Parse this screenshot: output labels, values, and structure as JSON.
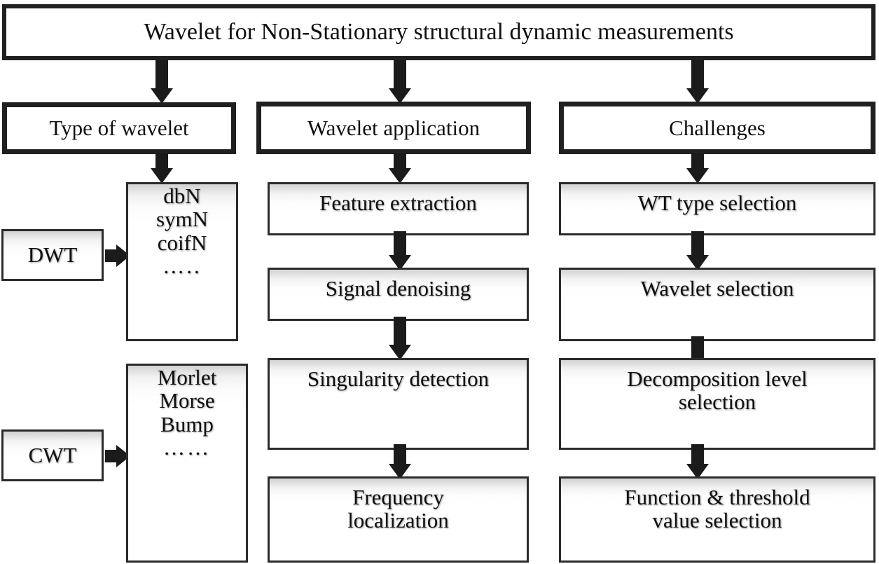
{
  "diagram": {
    "title_box": {
      "label": "Wavelet for Non-Stationary structural dynamic measurements"
    },
    "categories": [
      {
        "label": "Type of wavelet"
      },
      {
        "label": "Wavelet application"
      },
      {
        "label": "Challenges"
      }
    ],
    "wavelet_types": [
      {
        "transform_label": "DWT",
        "families_lines": [
          "dbN",
          "symN",
          "coifN",
          "….."
        ]
      },
      {
        "transform_label": "CWT",
        "families_lines": [
          "Morlet",
          "Morse",
          "Bump",
          "……"
        ]
      }
    ],
    "applications": [
      {
        "lines": [
          "Feature extraction"
        ]
      },
      {
        "lines": [
          "Signal denoising"
        ]
      },
      {
        "lines": [
          "Singularity detection"
        ]
      },
      {
        "lines": [
          "Frequency",
          "localization"
        ]
      }
    ],
    "challenges": [
      {
        "lines": [
          "WT type selection"
        ]
      },
      {
        "lines": [
          "Wavelet selection"
        ]
      },
      {
        "lines": [
          "Decomposition level",
          "selection"
        ]
      },
      {
        "lines": [
          "Function & threshold",
          "value selection"
        ]
      }
    ],
    "colors": {
      "border_heavy": "#221f1f",
      "border_card": "#2b2b2b",
      "arrow": "#1b1b1b",
      "card_top_gray": "#d2d2d2",
      "background": "#ffffff",
      "text": "#0f0f0f"
    }
  }
}
